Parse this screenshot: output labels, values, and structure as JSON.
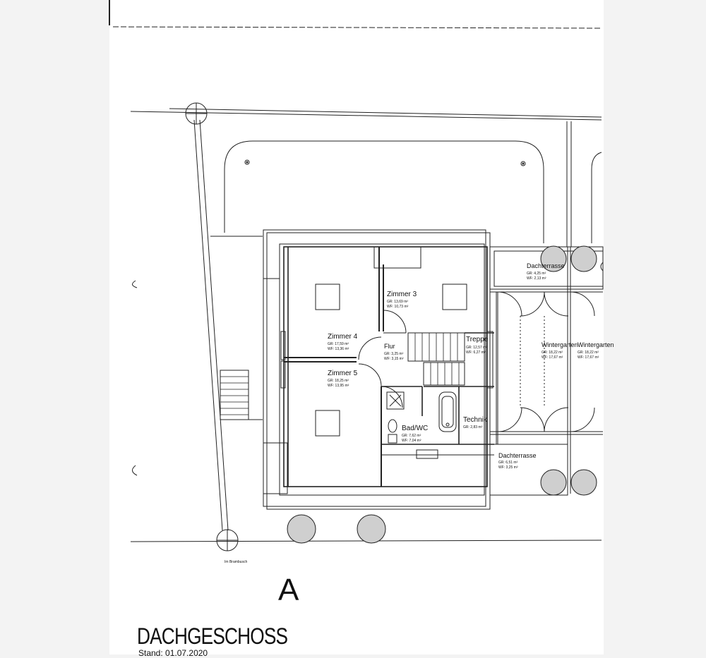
{
  "plan": {
    "floor_title": "DACHGESCHOSS",
    "section_mark": "A",
    "stamp": "Stand: 01.07.2020",
    "street_label": "Im Brambusch"
  },
  "rooms": [
    {
      "name": "Zimmer 3",
      "gr": "GR: 13,69 m²",
      "wf": "WF: 10,73 m²"
    },
    {
      "name": "Zimmer 4",
      "gr": "GR: 17,59 m²",
      "wf": "WF: 13,36 m²"
    },
    {
      "name": "Zimmer 5",
      "gr": "GR: 18,25 m²",
      "wf": "WF: 13,95 m²"
    },
    {
      "name": "Flur",
      "gr": "GR: 3,25 m²",
      "wf": "WF: 3,15 m²"
    },
    {
      "name": "Treppe",
      "gr": "GR: 12,57 m²",
      "wf": "WF: 6,27 m²"
    },
    {
      "name": "Bad/WC",
      "gr": "GR: 7,62 m²",
      "wf": "WF: 7,04 m²"
    },
    {
      "name": "Technik",
      "gr": "GR: 2,83 m²",
      "wf": ""
    },
    {
      "name": "Dachterrasse",
      "gr": "GR: 4,25 m²",
      "wf": "WF: 2,13 m²"
    },
    {
      "name": "Wintergarten",
      "gr": "GR: 18,22 m²",
      "wf": "WF: 17,67 m²"
    },
    {
      "name": "Wintergarten",
      "gr": "GR: 18,22 m²",
      "wf": "WF: 17,67 m²"
    },
    {
      "name": "Dachterrasse",
      "gr": "GR: 6,51 m²",
      "wf": "WF: 3,25 m²"
    }
  ]
}
